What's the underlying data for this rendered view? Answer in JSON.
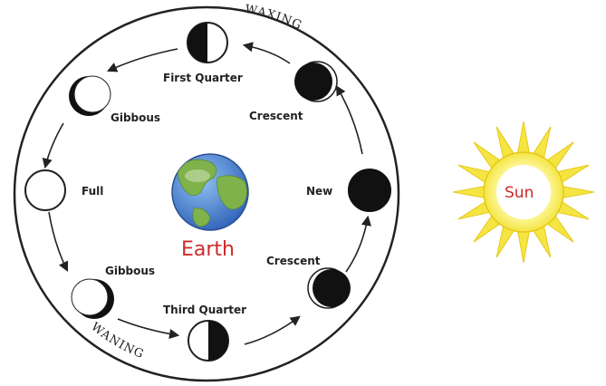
{
  "labels": {
    "waxing": "WAXING",
    "waning": "WANING",
    "earth": "Earth",
    "sun": "Sun"
  },
  "phases": [
    {
      "id": "new",
      "label": "New"
    },
    {
      "id": "waxing-crescent",
      "label": "Crescent"
    },
    {
      "id": "first-quarter",
      "label": "First Quarter"
    },
    {
      "id": "waxing-gibbous",
      "label": "Gibbous"
    },
    {
      "id": "full",
      "label": "Full"
    },
    {
      "id": "waning-gibbous",
      "label": "Gibbous"
    },
    {
      "id": "third-quarter",
      "label": "Third Quarter"
    },
    {
      "id": "waning-crescent",
      "label": "Crescent"
    }
  ],
  "colors": {
    "sun_ray": "#f4e542",
    "sun_ray_stroke": "#e8c81a",
    "sun_text": "#cc2a2a",
    "earth_text": "#cc2a2a",
    "earth_ocean": "#3a7bd5",
    "earth_land": "#7fb24a",
    "line": "#222222"
  }
}
